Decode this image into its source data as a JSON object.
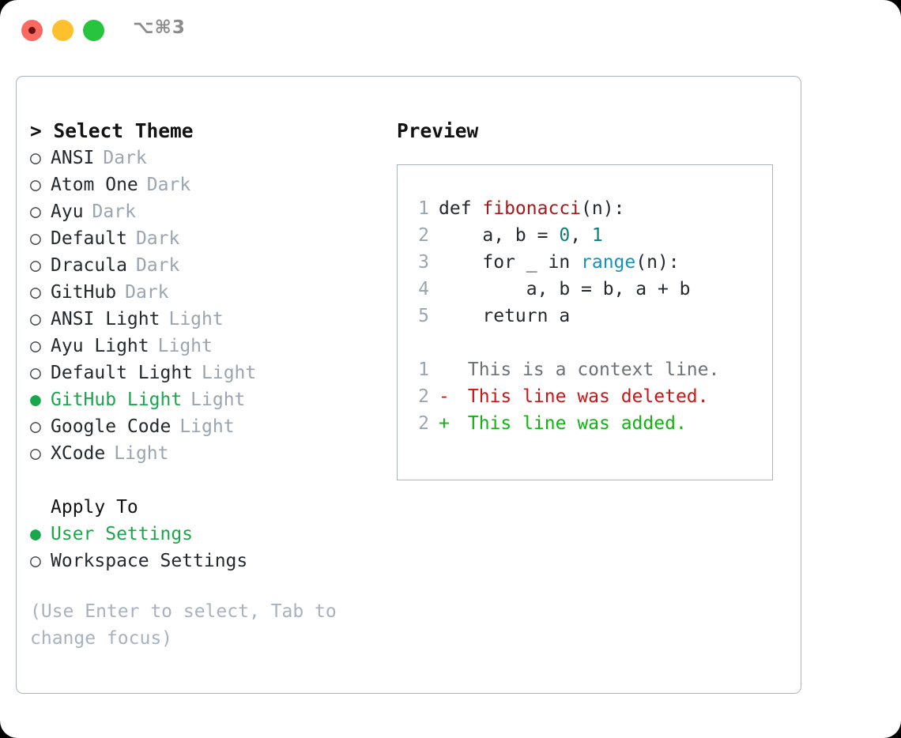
{
  "titlebar": {
    "shortcut": "⌥⌘3",
    "dots": [
      {
        "name": "close-button",
        "color": "#fb6a61"
      },
      {
        "name": "minimize-button",
        "color": "#ffc02e"
      },
      {
        "name": "maximize-button",
        "color": "#26c53d"
      }
    ]
  },
  "theme_panel": {
    "heading": "> Select Theme",
    "items": [
      {
        "marker": "○",
        "name": "ANSI",
        "variant": "Dark",
        "selected": false
      },
      {
        "marker": "○",
        "name": "Atom One",
        "variant": "Dark",
        "selected": false
      },
      {
        "marker": "○",
        "name": "Ayu",
        "variant": "Dark",
        "selected": false
      },
      {
        "marker": "○",
        "name": "Default",
        "variant": "Dark",
        "selected": false
      },
      {
        "marker": "○",
        "name": "Dracula",
        "variant": "Dark",
        "selected": false
      },
      {
        "marker": "○",
        "name": "GitHub",
        "variant": "Dark",
        "selected": false
      },
      {
        "marker": "○",
        "name": "ANSI Light",
        "variant": "Light",
        "selected": false
      },
      {
        "marker": "○",
        "name": "Ayu Light",
        "variant": "Light",
        "selected": false
      },
      {
        "marker": "○",
        "name": "Default Light",
        "variant": "Light",
        "selected": false
      },
      {
        "marker": "●",
        "name": "GitHub Light",
        "variant": "Light",
        "selected": true
      },
      {
        "marker": "○",
        "name": "Google Code",
        "variant": "Light",
        "selected": false
      },
      {
        "marker": "○",
        "name": "XCode",
        "variant": "Light",
        "selected": false
      }
    ],
    "apply_to": {
      "heading": "Apply To",
      "options": [
        {
          "marker": "●",
          "name": "User Settings",
          "selected": true
        },
        {
          "marker": "○",
          "name": "Workspace Settings",
          "selected": false
        }
      ]
    },
    "hint": "(Use Enter to select, Tab to change focus)"
  },
  "preview": {
    "heading": "Preview",
    "code_lines": [
      {
        "num": "1",
        "segments": [
          {
            "t": "def ",
            "c": "plain"
          },
          {
            "t": "fibonacci",
            "c": "fn"
          },
          {
            "t": "(n):",
            "c": "plain"
          }
        ]
      },
      {
        "num": "2",
        "segments": [
          {
            "t": "    a, b = ",
            "c": "plain"
          },
          {
            "t": "0",
            "c": "num"
          },
          {
            "t": ", ",
            "c": "plain"
          },
          {
            "t": "1",
            "c": "num"
          }
        ]
      },
      {
        "num": "3",
        "segments": [
          {
            "t": "    for _ in ",
            "c": "plain"
          },
          {
            "t": "range",
            "c": "call"
          },
          {
            "t": "(n):",
            "c": "plain"
          }
        ]
      },
      {
        "num": "4",
        "segments": [
          {
            "t": "        a, b = b, a + b",
            "c": "plain"
          }
        ]
      },
      {
        "num": "5",
        "segments": [
          {
            "t": "    return a",
            "c": "plain"
          }
        ]
      }
    ],
    "diff_lines": [
      {
        "num": "1",
        "sign": " ",
        "text": "This is a context line.",
        "kind": "context"
      },
      {
        "num": "2",
        "sign": "-",
        "text": "This line was deleted.",
        "kind": "deleted"
      },
      {
        "num": "2",
        "sign": "+",
        "text": "This line was added.",
        "kind": "added"
      }
    ]
  },
  "colors": {
    "accent_green": "#1aa64b",
    "muted": "#9aa5b1",
    "border": "#a9b3c1",
    "syntax_function": "#a81919",
    "syntax_number": "#0e7d7d",
    "syntax_call": "#1592b8",
    "diff_added": "#10b510",
    "diff_deleted": "#cc1616",
    "diff_context": "#6c7278"
  }
}
